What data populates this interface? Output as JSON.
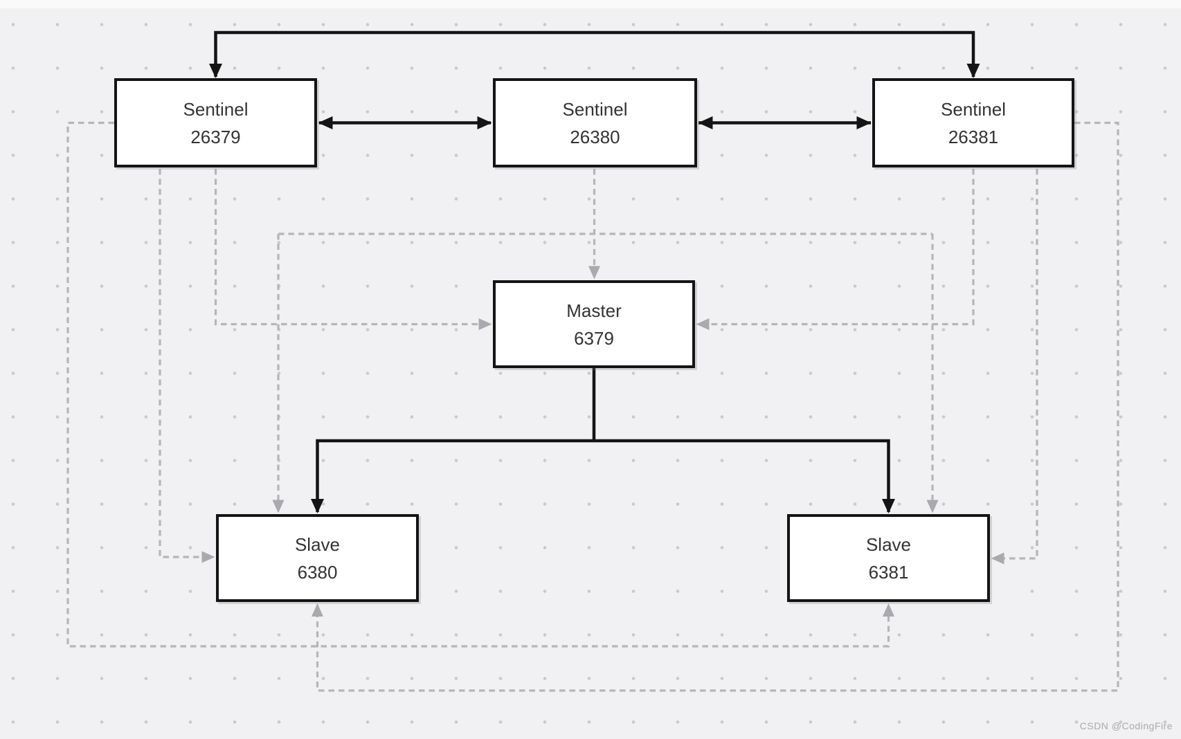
{
  "diagram_type": "redis-sentinel-topology",
  "nodes": [
    {
      "id": "sentinel-26379",
      "label": "Sentinel",
      "port": "26379"
    },
    {
      "id": "sentinel-26380",
      "label": "Sentinel",
      "port": "26380"
    },
    {
      "id": "sentinel-26381",
      "label": "Sentinel",
      "port": "26381"
    },
    {
      "id": "master-6379",
      "label": "Master",
      "port": "6379"
    },
    {
      "id": "slave-6380",
      "label": "Slave",
      "port": "6380"
    },
    {
      "id": "slave-6381",
      "label": "Slave",
      "port": "6381"
    }
  ],
  "edges": {
    "solid": [
      {
        "from": "sentinel-26379",
        "to": "sentinel-26381",
        "bidirectional": true
      },
      {
        "from": "sentinel-26379",
        "to": "sentinel-26380",
        "bidirectional": true
      },
      {
        "from": "sentinel-26380",
        "to": "sentinel-26381",
        "bidirectional": true
      },
      {
        "from": "master-6379",
        "to": "slave-6380"
      },
      {
        "from": "master-6379",
        "to": "slave-6381"
      }
    ],
    "dashed": [
      {
        "from": "sentinel-26379",
        "to": "master-6379"
      },
      {
        "from": "sentinel-26379",
        "to": "slave-6380"
      },
      {
        "from": "sentinel-26379",
        "to": "slave-6381"
      },
      {
        "from": "sentinel-26380",
        "to": "master-6379"
      },
      {
        "from": "sentinel-26380",
        "to": "slave-6380"
      },
      {
        "from": "sentinel-26380",
        "to": "slave-6381"
      },
      {
        "from": "sentinel-26381",
        "to": "master-6379"
      },
      {
        "from": "sentinel-26381",
        "to": "slave-6380"
      },
      {
        "from": "sentinel-26381",
        "to": "slave-6381"
      }
    ]
  },
  "colors": {
    "background": "#f1f1f3",
    "grid_dot": "#c9c9cd",
    "node_fill": "#ffffff",
    "node_border": "#141414",
    "node_text": "#333333",
    "solid_link": "#141414",
    "dashed_link": "#b5b5ba",
    "dashed_arrow": "#a9a9ae",
    "watermark": "#a9a9ae"
  },
  "watermark": {
    "text": "CSDN @CodingFire"
  }
}
